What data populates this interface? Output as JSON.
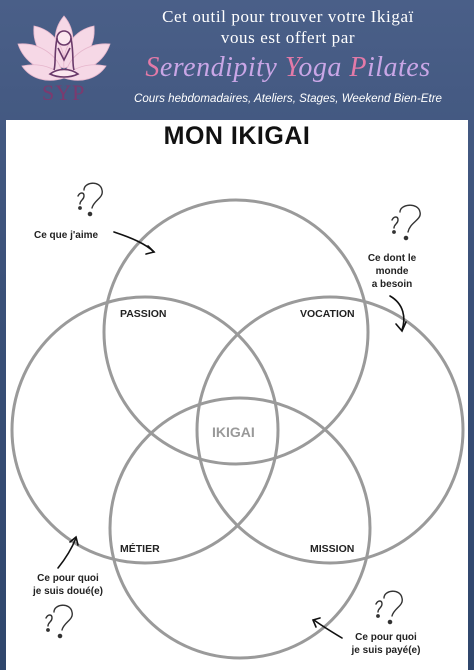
{
  "header": {
    "logo_text": "SYP",
    "tagline_line1": "Cet outil pour trouver votre Ikigaï",
    "tagline_line2": "vous est offert par",
    "brand_s": "S",
    "brand_1": "erendipity ",
    "brand_y": "Y",
    "brand_2": "oga ",
    "brand_p": "P",
    "brand_3": "ilates",
    "subline": "Cours hebdomadaires, Ateliers, Stages, Weekend Bien-Etre"
  },
  "diagram": {
    "title": "MON IKIGAI",
    "passion": "PASSION",
    "vocation": "VOCATION",
    "metier": "MÉTIER",
    "mission": "MISSION",
    "ikigai": "IKIGAI",
    "note_love": "Ce que j'aime",
    "note_world_1": "Ce dont le",
    "note_world_2": "monde",
    "note_world_3": "a besoin",
    "note_good_1": "Ce pour quoi",
    "note_good_2": "je suis doué(e)",
    "note_paid_1": "Ce pour quoi",
    "note_paid_2": "je suis payé(e)"
  },
  "colors": {
    "background": "#3a5078",
    "brand": "#c9a6e6",
    "brand_caps": "#e37aa8",
    "circle": "#9a9a9a"
  }
}
